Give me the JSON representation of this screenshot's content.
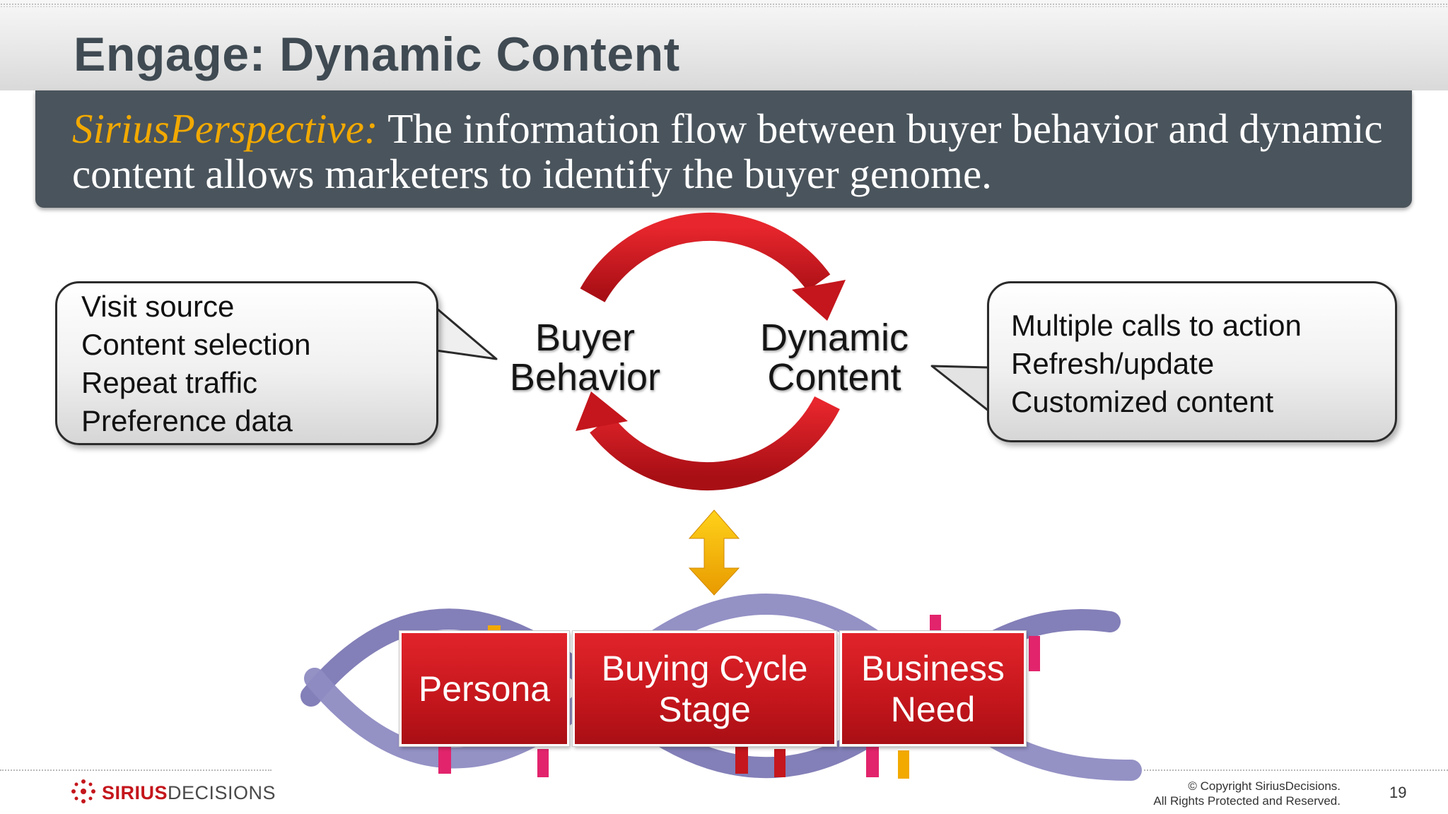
{
  "title": "Engage: Dynamic Content",
  "perspective": {
    "label": "SiriusPerspective:",
    "text": " The information flow between buyer behavior and dynamic content allows marketers to identify the buyer genome."
  },
  "left_callout": [
    "Visit source",
    "Content selection",
    "Repeat traffic",
    "Preference data"
  ],
  "right_callout": [
    "Multiple calls to action",
    "Refresh/update",
    "Customized content"
  ],
  "cycle": {
    "left_label": [
      "Buyer",
      "Behavior"
    ],
    "right_label": [
      "Dynamic",
      "Content"
    ]
  },
  "genome_boxes": [
    {
      "lines": [
        "Persona"
      ]
    },
    {
      "lines": [
        "Buying Cycle",
        "Stage"
      ]
    },
    {
      "lines": [
        "Business",
        "Need"
      ]
    }
  ],
  "footer": {
    "brand_bold": "SIRIUS",
    "brand_rest": "DECISIONS",
    "copyright": [
      "© Copyright SiriusDecisions.",
      "All Rights Protected and Reserved."
    ],
    "page_number": "19"
  },
  "colors": {
    "accent": "#f2a900",
    "arrow_red": "#c4161c",
    "banner": "#4a545c",
    "double_arrow": "#f2b800",
    "dna": "#7c78b4"
  }
}
